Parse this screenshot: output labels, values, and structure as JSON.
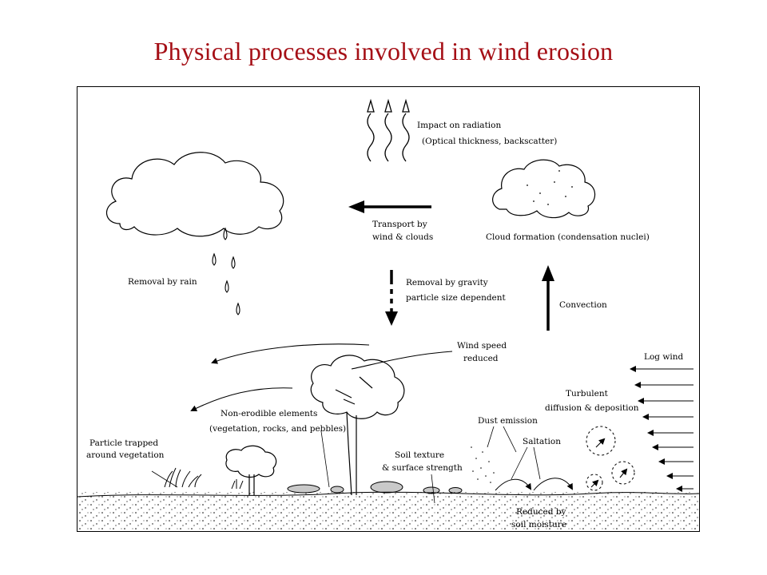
{
  "title": "Physical processes involved in wind erosion",
  "labels": {
    "impact1": "Impact on radiation",
    "impact2": "(Optical thickness, backscatter)",
    "transport1": "Transport by",
    "transport2": "wind & clouds",
    "cloud_formation": "Cloud formation (condensation nuclei)",
    "removal_rain": "Removal  by rain",
    "gravity1": "Removal by gravity",
    "gravity2": "particle size dependent",
    "convection": "Convection",
    "windspeed1": "Wind speed",
    "windspeed2": "reduced",
    "logwind": "Log wind",
    "turb1": "Turbulent",
    "turb2": "diffusion & deposition",
    "nonerod1": "Non-erodible elements",
    "nonerod2": "(vegetation, rocks, and pebbles)",
    "dust": "Dust emission",
    "saltation": "Saltation",
    "trapped1": "Particle trapped",
    "trapped2": "around vegetation",
    "soil1": "Soil texture",
    "soil2": "& surface strength",
    "moist1": "Reduced by",
    "moist2": "soil moisture"
  }
}
